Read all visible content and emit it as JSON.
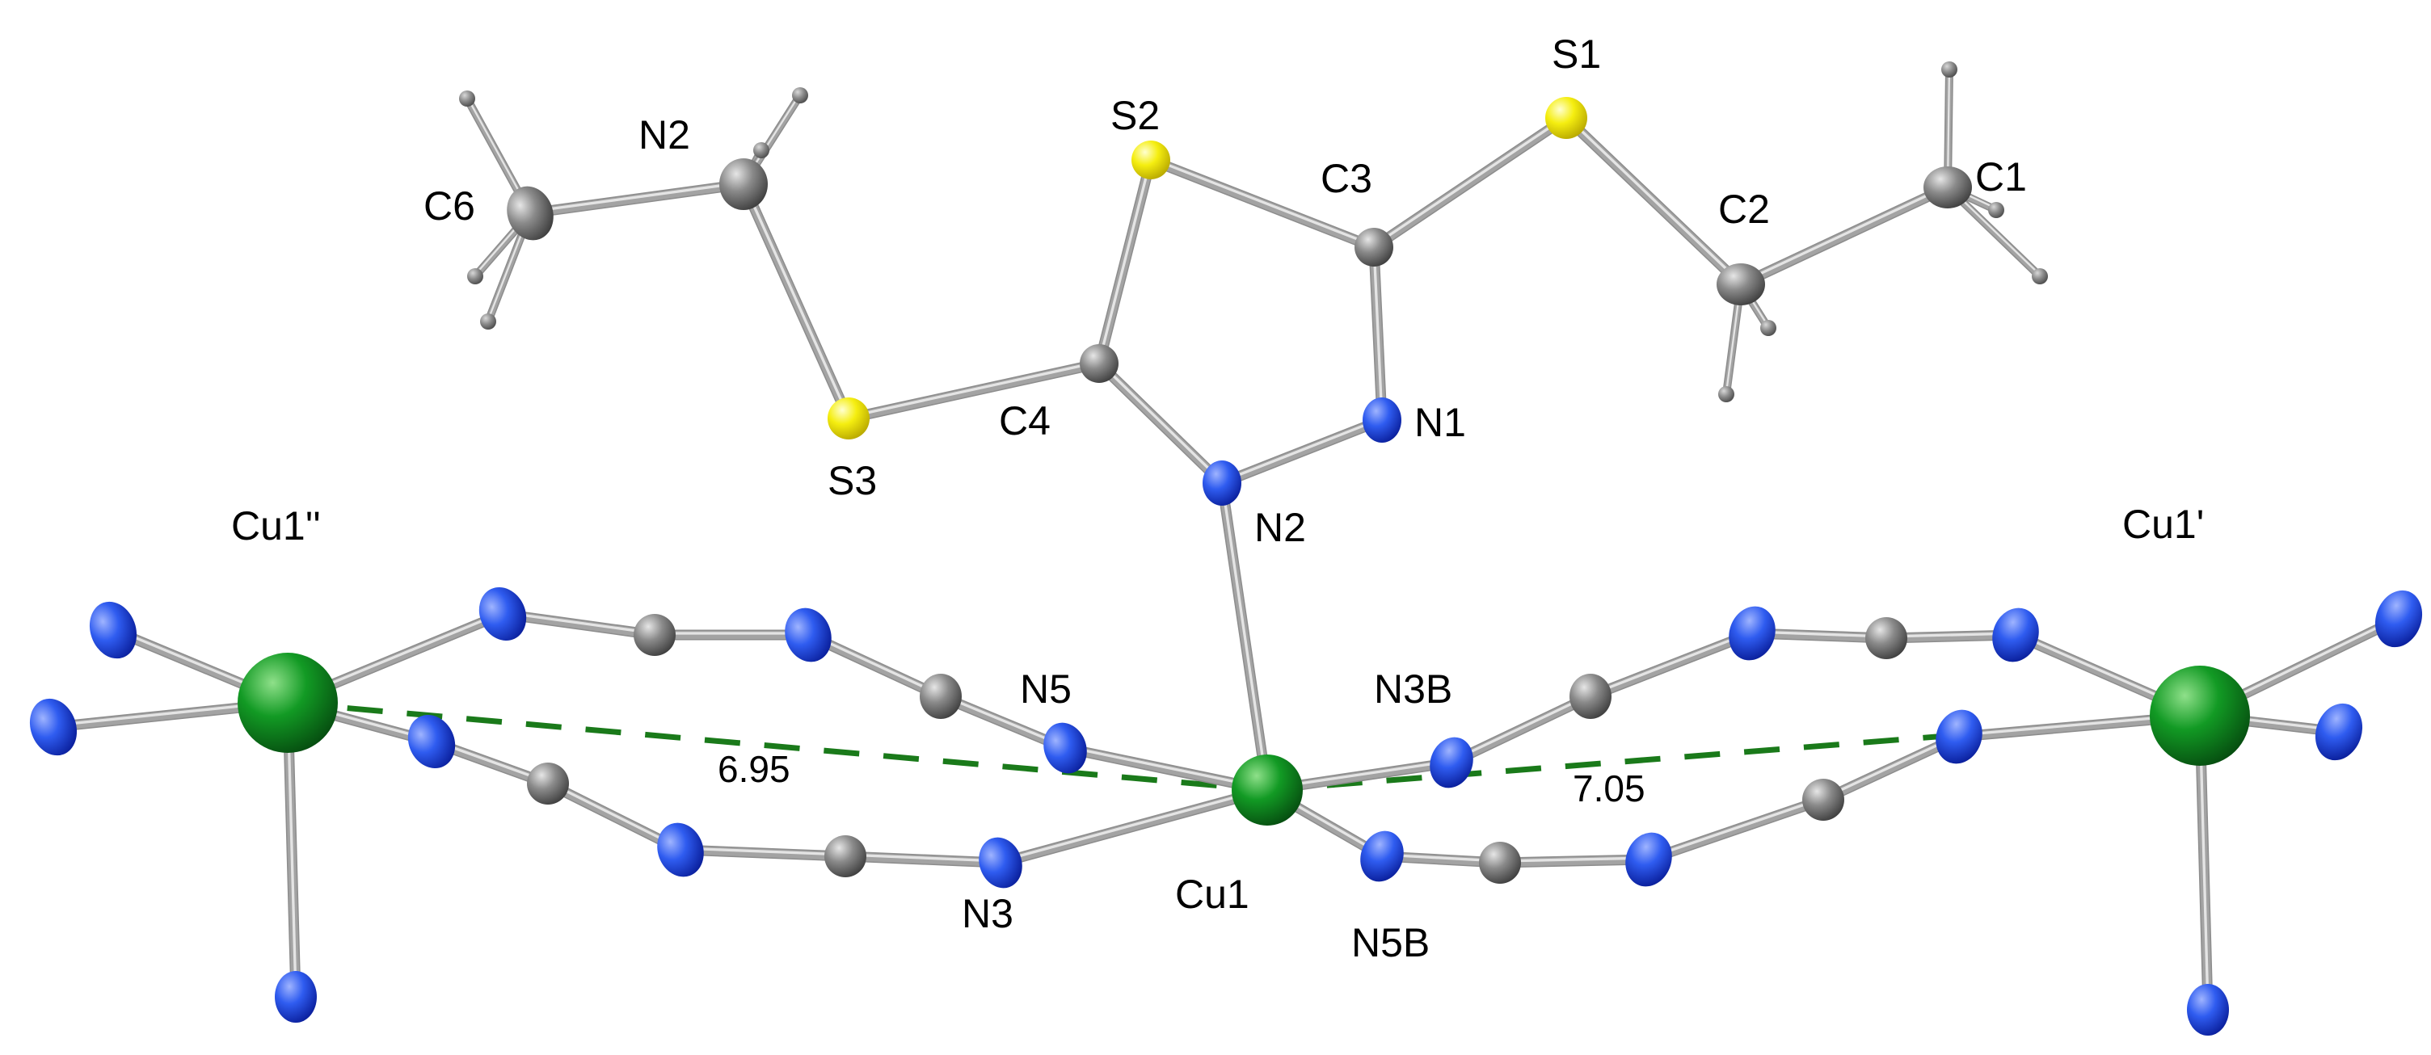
{
  "colors": {
    "background": "#ffffff",
    "bond": "#a3a3a3",
    "bond_highlight": "#e4e4e4",
    "carbon": "#7f7f7f",
    "hydrogen": "#808080",
    "nitrogen": "#1f47e8",
    "sulfur": "#f2ec00",
    "copper": "#0f8a1e",
    "distance_line": "#1a7a1a",
    "label": "#000000"
  },
  "atom_labels": {
    "cu1": "Cu1",
    "cu1p": "Cu1'",
    "cu1pp": "Cu1''",
    "n5": "N5",
    "n3": "N3",
    "n3b": "N3B",
    "n5b": "N5B",
    "n2": "N2",
    "n1": "N1",
    "c4": "C4",
    "c3": "C3",
    "s3": "S3",
    "s2": "S2",
    "s1": "S1",
    "c2": "C2",
    "c1": "C1",
    "c6": "C6",
    "n2_top": "N2"
  },
  "distances": {
    "left": "6.95",
    "right": "7.05"
  }
}
